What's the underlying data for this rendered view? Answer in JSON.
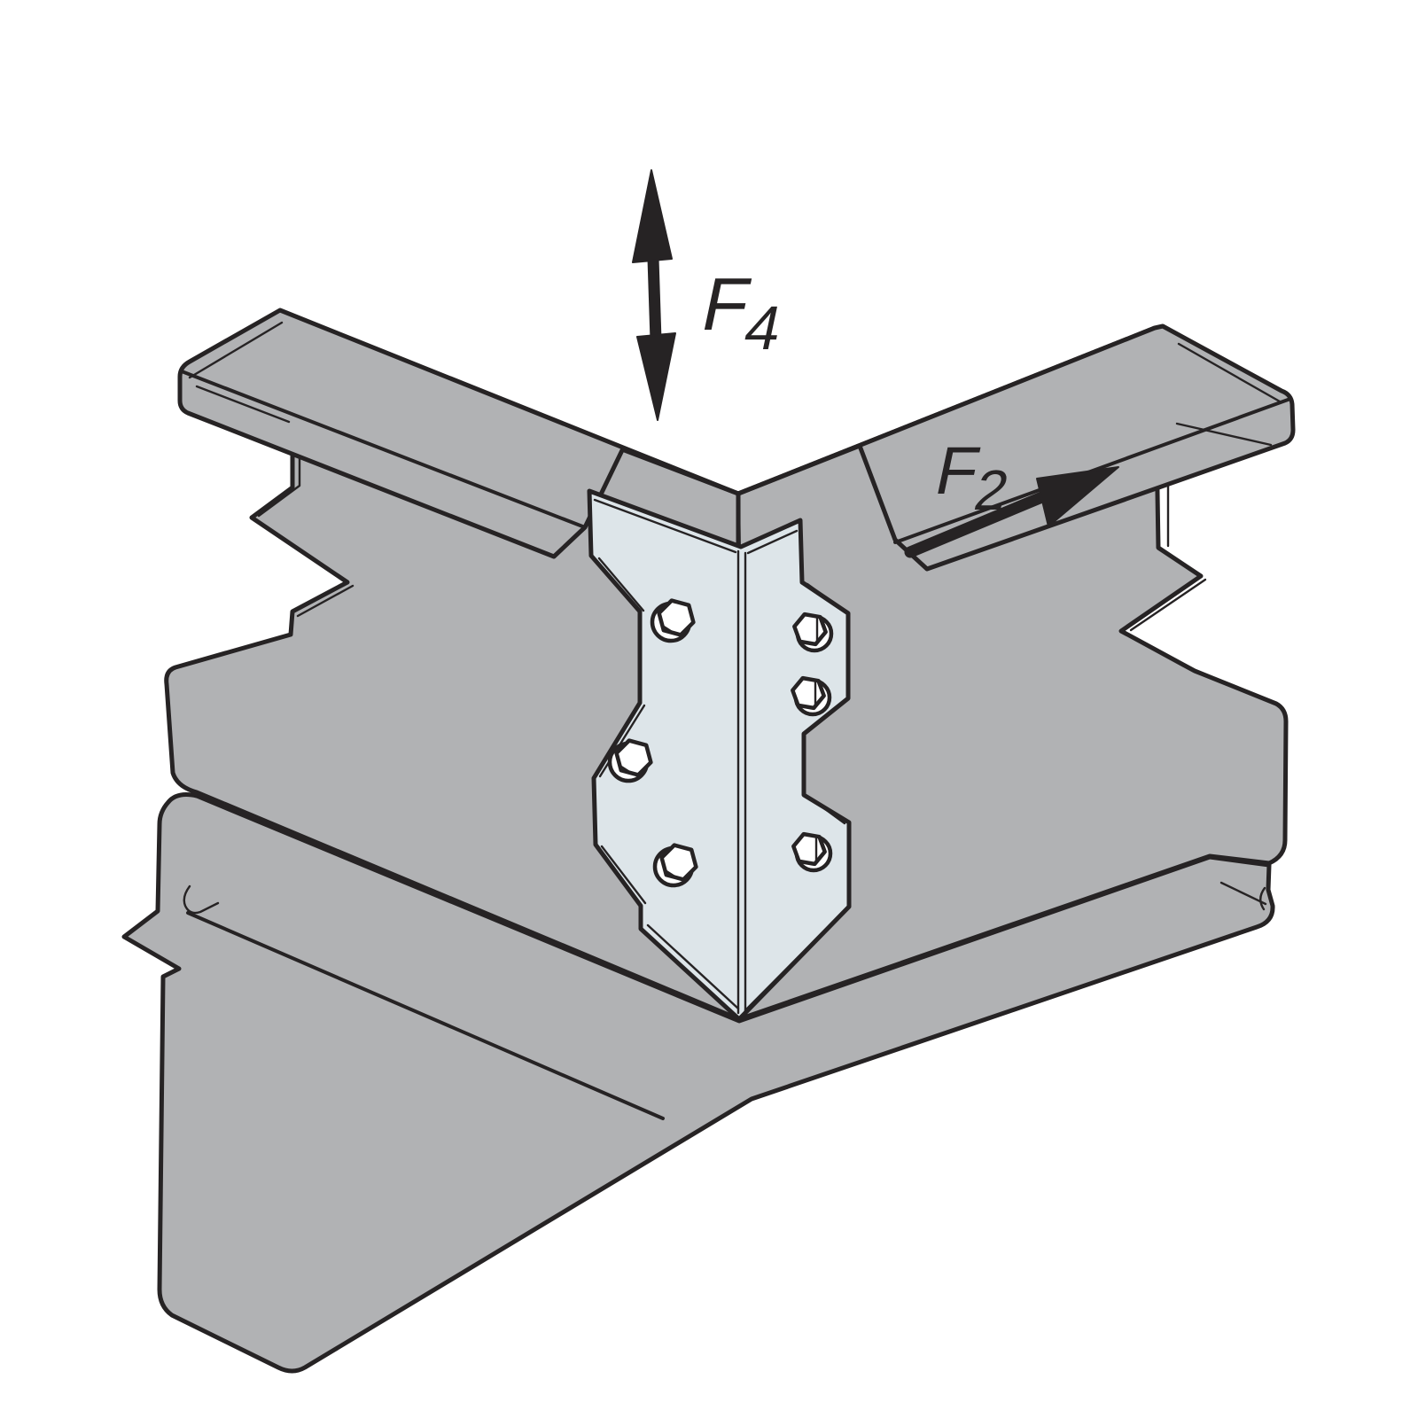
{
  "diagram": {
    "type": "isometric-connector-illustration",
    "background": "#ffffff",
    "outline_color": "#262324",
    "member_color": "#b1b2b4",
    "connector_color": "#dde5e9",
    "bolt_color": "#ffffff",
    "labels": {
      "f4": {
        "letter": "F",
        "sub": "4"
      },
      "f2": {
        "letter": "F",
        "sub": "2"
      }
    },
    "icons": [
      "double-headed-vertical-arrow-icon",
      "diagonal-right-arrow-icon"
    ]
  }
}
